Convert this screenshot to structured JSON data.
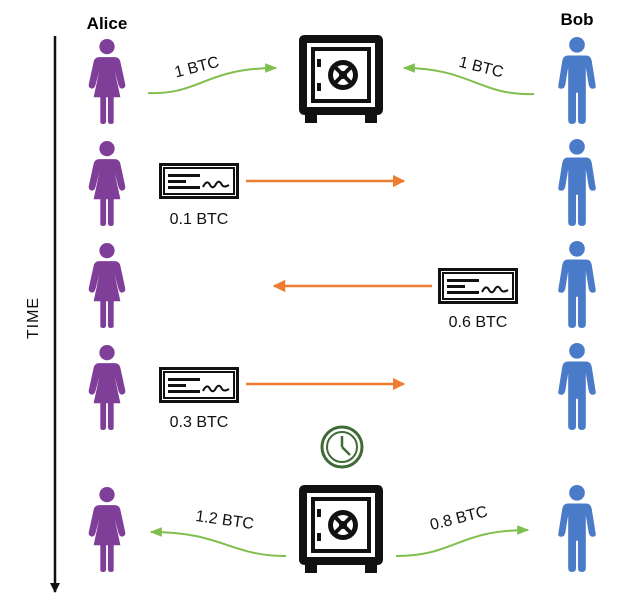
{
  "participants": {
    "left": "Alice",
    "right": "Bob"
  },
  "time_axis_label": "TIME",
  "channel_open": {
    "alice_deposit": "1 BTC",
    "bob_deposit": "1 BTC"
  },
  "payments": [
    {
      "amount": "0.1 BTC",
      "direction": "alice-to-bob"
    },
    {
      "amount": "0.6 BTC",
      "direction": "bob-to-alice"
    },
    {
      "amount": "0.3 BTC",
      "direction": "alice-to-bob"
    }
  ],
  "channel_close": {
    "alice_receives": "1.2 BTC",
    "bob_receives": "0.8 BTC"
  },
  "colors": {
    "alice": "#7f3f98",
    "bob": "#4a7bc8",
    "deposit_arrow": "#7fbf4d",
    "payment_arrow": "#ee7d31",
    "clock": "#3f6b35",
    "icon": "#111111"
  },
  "icons": {
    "person": "person-icon",
    "vault": "safe-icon",
    "check": "cheque-icon",
    "clock": "clock-icon"
  }
}
